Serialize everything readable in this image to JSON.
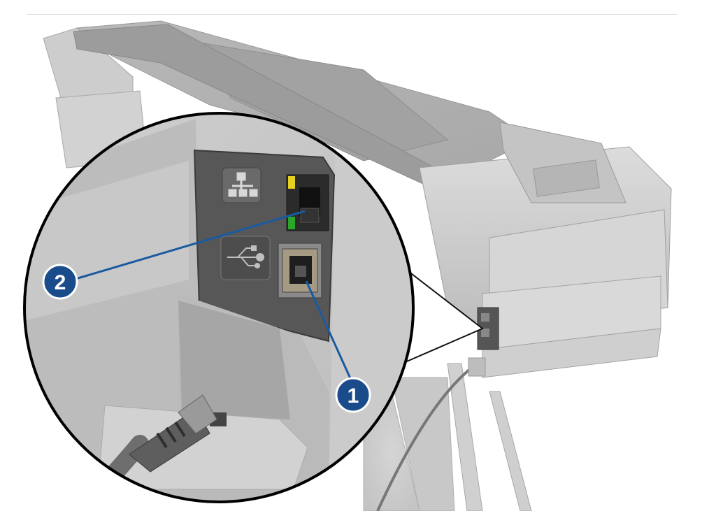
{
  "figure": {
    "subject": "printer-rear-connectivity-ports",
    "callouts": [
      {
        "id": "1",
        "label": "1"
      },
      {
        "id": "2",
        "label": "2"
      }
    ],
    "port_icons": [
      "ethernet-icon",
      "usb-icon"
    ],
    "colors": {
      "callout_fill": "#1a4c8c",
      "callout_line": "#1a5aa0",
      "led_yellow": "#e8d020",
      "led_green": "#2aa62a",
      "printer_gray": "#c9c9c9",
      "panel_dark": "#555555"
    }
  }
}
